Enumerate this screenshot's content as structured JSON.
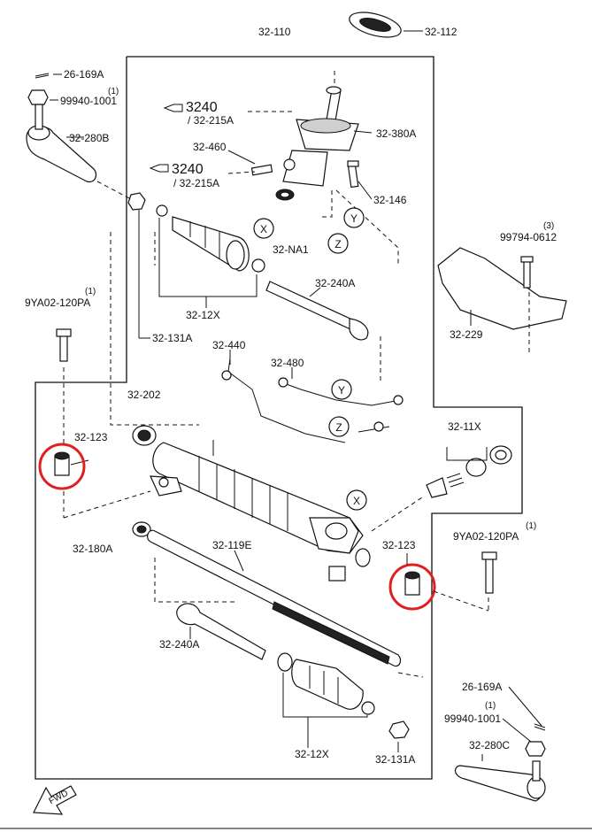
{
  "colors": {
    "highlight": "#e02020",
    "ink": "#111111",
    "background": "#ffffff"
  },
  "icons": {
    "front_arrow": "fwd-arrow-icon"
  },
  "labels": {
    "p32_110": "32-110",
    "p32_112": "32-112",
    "p26_169A_top": "26-169A",
    "p99940_1001_top": "99940-1001",
    "qty_1_top": "(1)",
    "p32_280B": "32-280B",
    "p3240_a": "3240",
    "p32_215A_a": "/ 32-215A",
    "p32_380A": "32-380A",
    "p32_460": "32-460",
    "p3240_b": "3240",
    "p32_215A_b": "/ 32-215A",
    "p32_146": "32-146",
    "p32_NA1": "32-NA1",
    "p99794_0612": "99794-0612",
    "qty_3": "(3)",
    "p32_240A_top": "32-240A",
    "p9YA02_120PA_left": "9YA02-120PA",
    "qty_1_left": "(1)",
    "p32_12X_top": "32-12X",
    "p32_229": "32-229",
    "p32_131A_top": "32-131A",
    "p32_440": "32-440",
    "p32_480": "32-480",
    "p32_202": "32-202",
    "p32_123_left": "32-123",
    "p32_11X": "32-11X",
    "p9YA02_120PA_right": "9YA02-120PA",
    "qty_1_right": "(1)",
    "p32_123_right": "32-123",
    "p32_180A": "32-180A",
    "p32_119E": "32-119E",
    "p32_240A_bottom": "32-240A",
    "p26_169A_bottom": "26-169A",
    "qty_1_bottom": "(1)",
    "p99940_1001_bottom": "99940-1001",
    "p32_280C": "32-280C",
    "p32_12X_bottom": "32-12X",
    "p32_131A_bottom": "32-131A",
    "fwd": "FWD"
  },
  "callouts": {
    "x": "X",
    "y": "Y",
    "z": "Z"
  }
}
